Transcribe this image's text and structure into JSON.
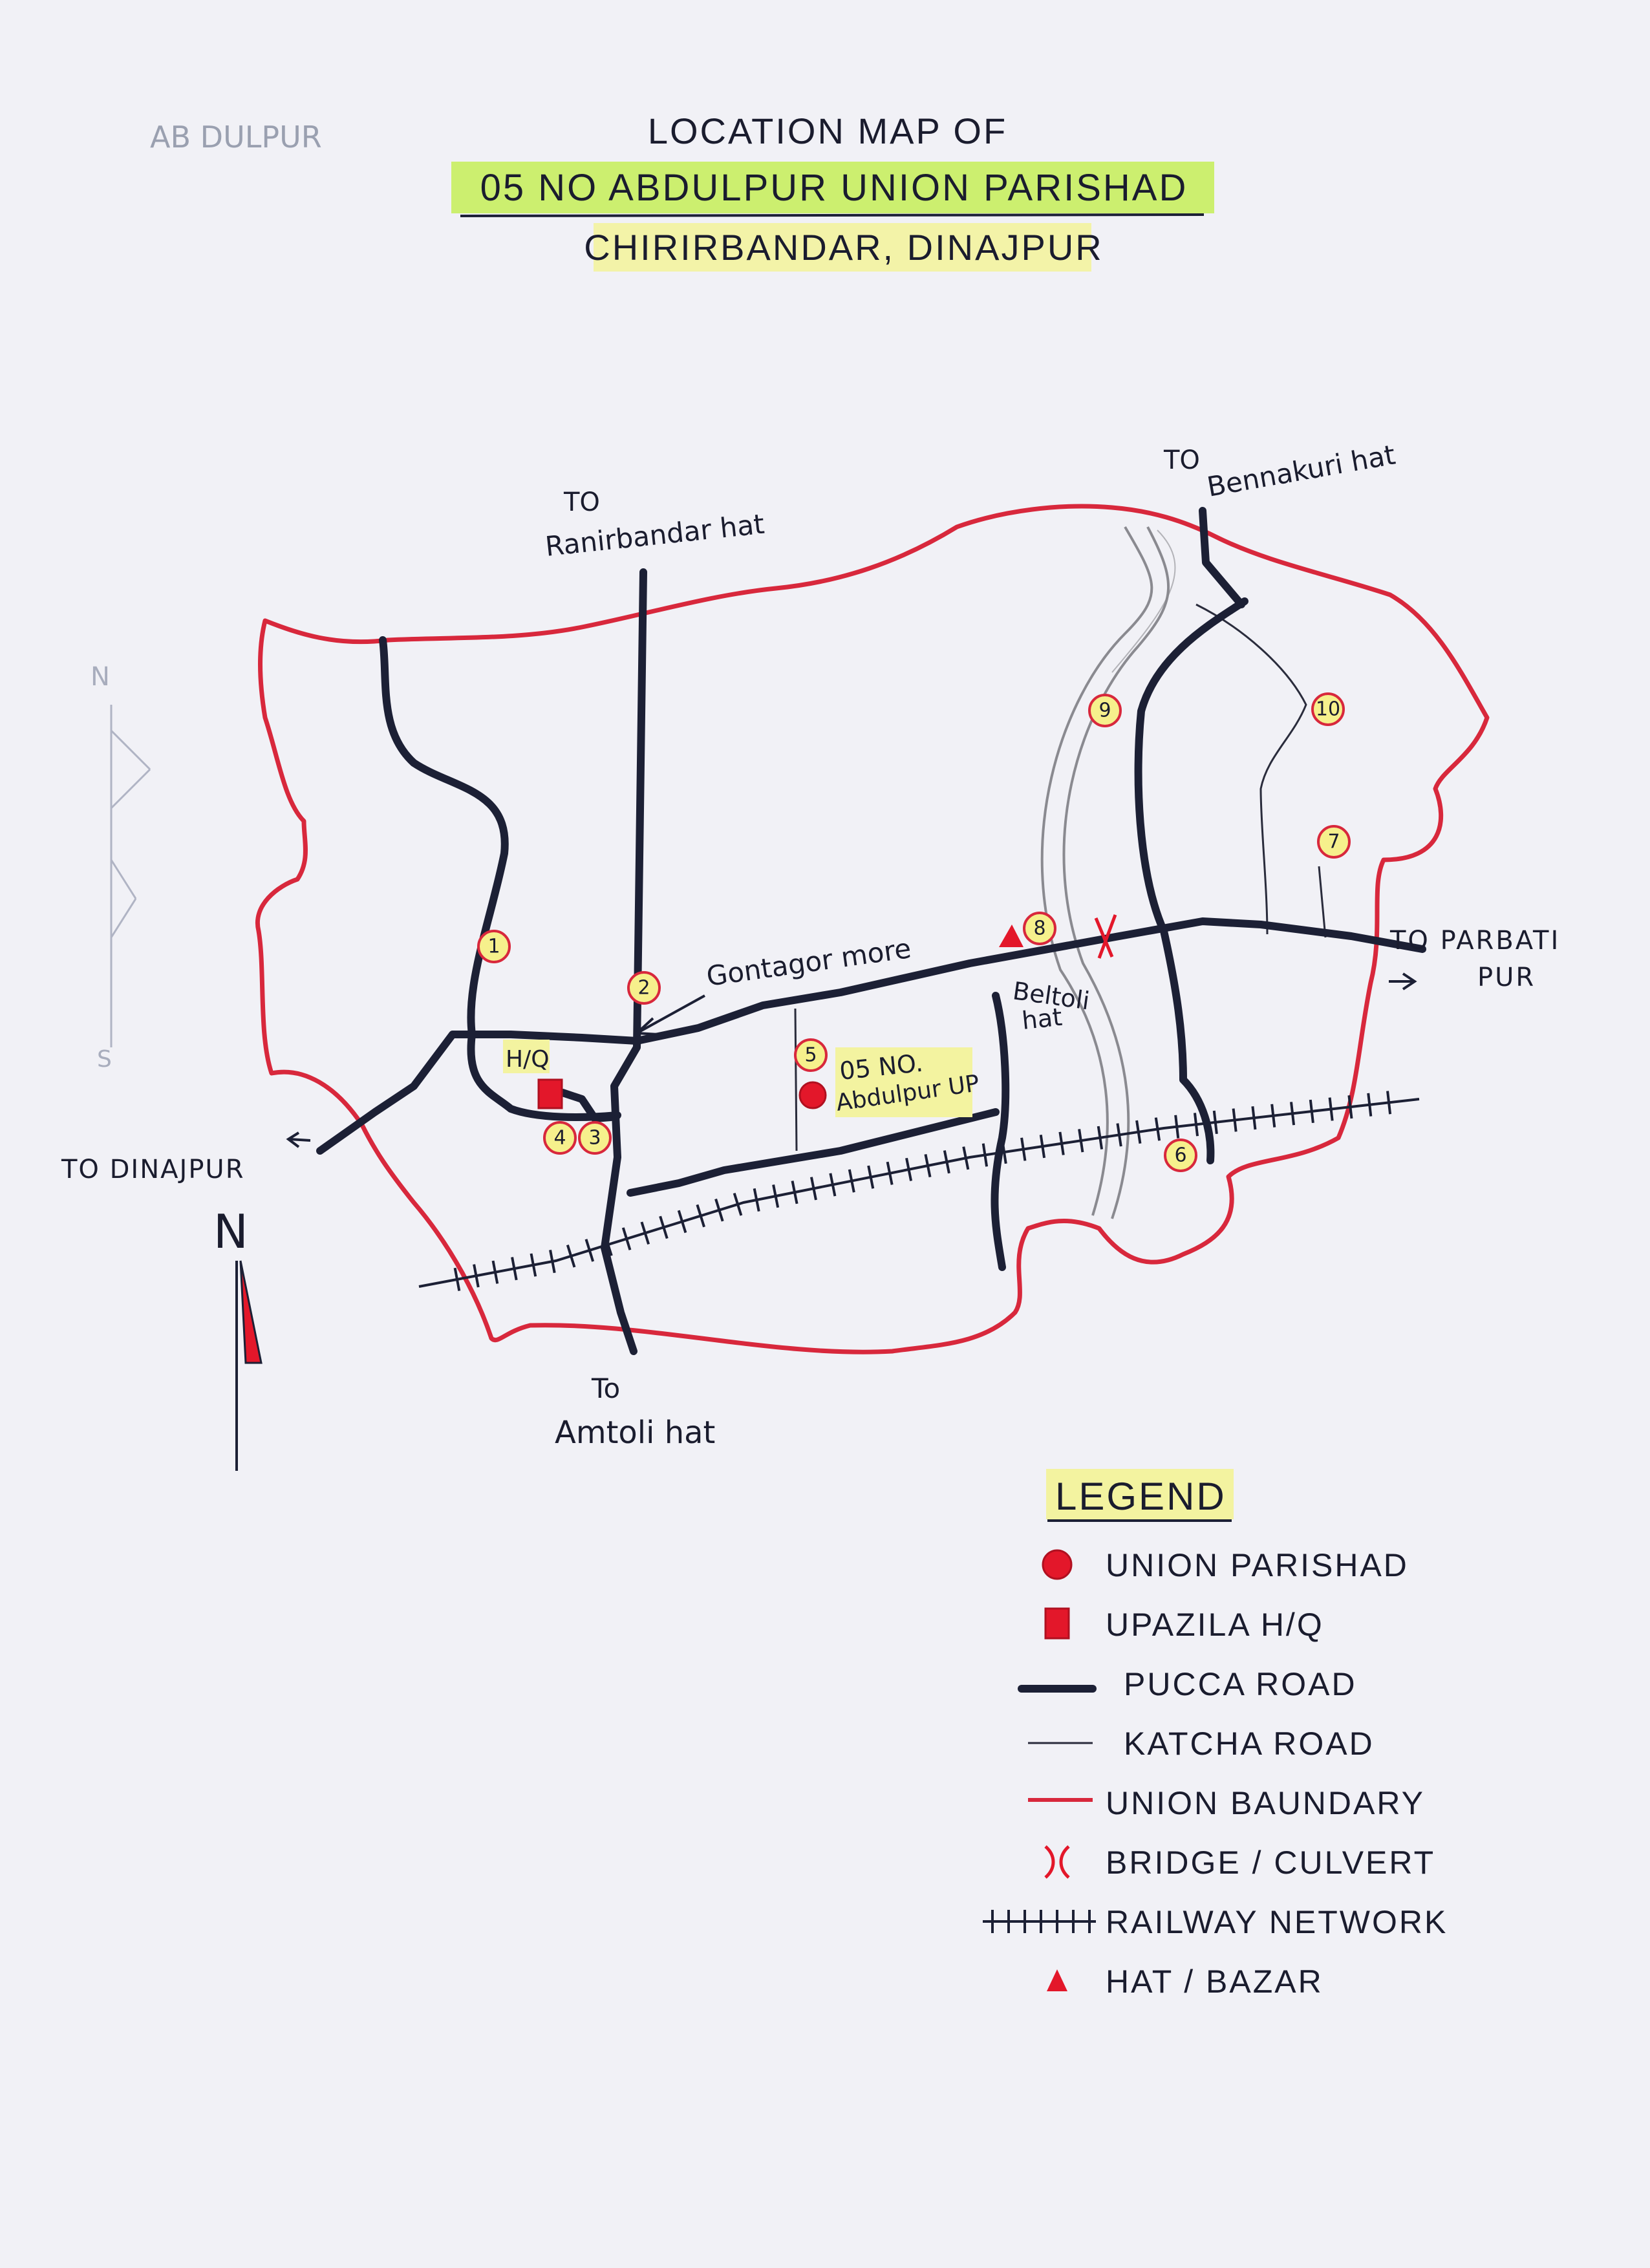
{
  "corner_note": "AB DULPUR",
  "title": {
    "line1": "LOCATION MAP OF",
    "line2": "05 NO ABDULPUR  UNION  PARISHAD",
    "line3": "CHIRIRBANDAR, DINAJPUR"
  },
  "sketch_compass": {
    "n": "N",
    "s": "S"
  },
  "north_arrow_label": "N",
  "place_labels": {
    "to": "TO",
    "to_ranirbandar": "Ranirbandar hat",
    "to_bennakuri": "Bennakuri hat",
    "to_parbatipur_1": "TO PARBATI",
    "to_parbatipur_2": "PUR",
    "to_dinajpur": "TO DINAJPUR",
    "to_amtoli_1": "To",
    "to_amtoli_2": "Amtoli hat",
    "gontagor_more": "Gontagor more",
    "beltoli_hat_1": "Beltoli",
    "beltoli_hat_2": "hat",
    "hq": "H/Q",
    "up_office_1": "05 NO.",
    "up_office_2": "Abdulpur UP"
  },
  "markers": [
    "1",
    "2",
    "3",
    "4",
    "5",
    "6",
    "7",
    "8",
    "9",
    "10"
  ],
  "legend": {
    "title": "LEGEND",
    "items": [
      {
        "label": "UNION PARISHAD",
        "symbol": "circle"
      },
      {
        "label": "UPAZILA  H/Q",
        "symbol": "square"
      },
      {
        "label": "PUCCA ROAD",
        "symbol": "thick-line"
      },
      {
        "label": "KATCHA  ROAD",
        "symbol": "thin-line"
      },
      {
        "label": "UNION BAUNDARY",
        "symbol": "red-line"
      },
      {
        "label": "BRIDGE / CULVERT",
        "symbol": "bridge"
      },
      {
        "label": "RAILWAY  NETWORK",
        "symbol": "railway"
      },
      {
        "label": "HAT / BAZAR",
        "symbol": "triangle"
      }
    ]
  },
  "colors": {
    "boundary": "#d8283c",
    "pucca_road": "#1c2035",
    "katcha_road": "#2a2c3c",
    "river": "#8a8a90",
    "highlight_green": "#c6ee57",
    "highlight_yellow": "#f3f3a0",
    "marker_fill": "#f6f08c",
    "marker_ring": "#d8283c",
    "symbol_red": "#e3172a"
  }
}
